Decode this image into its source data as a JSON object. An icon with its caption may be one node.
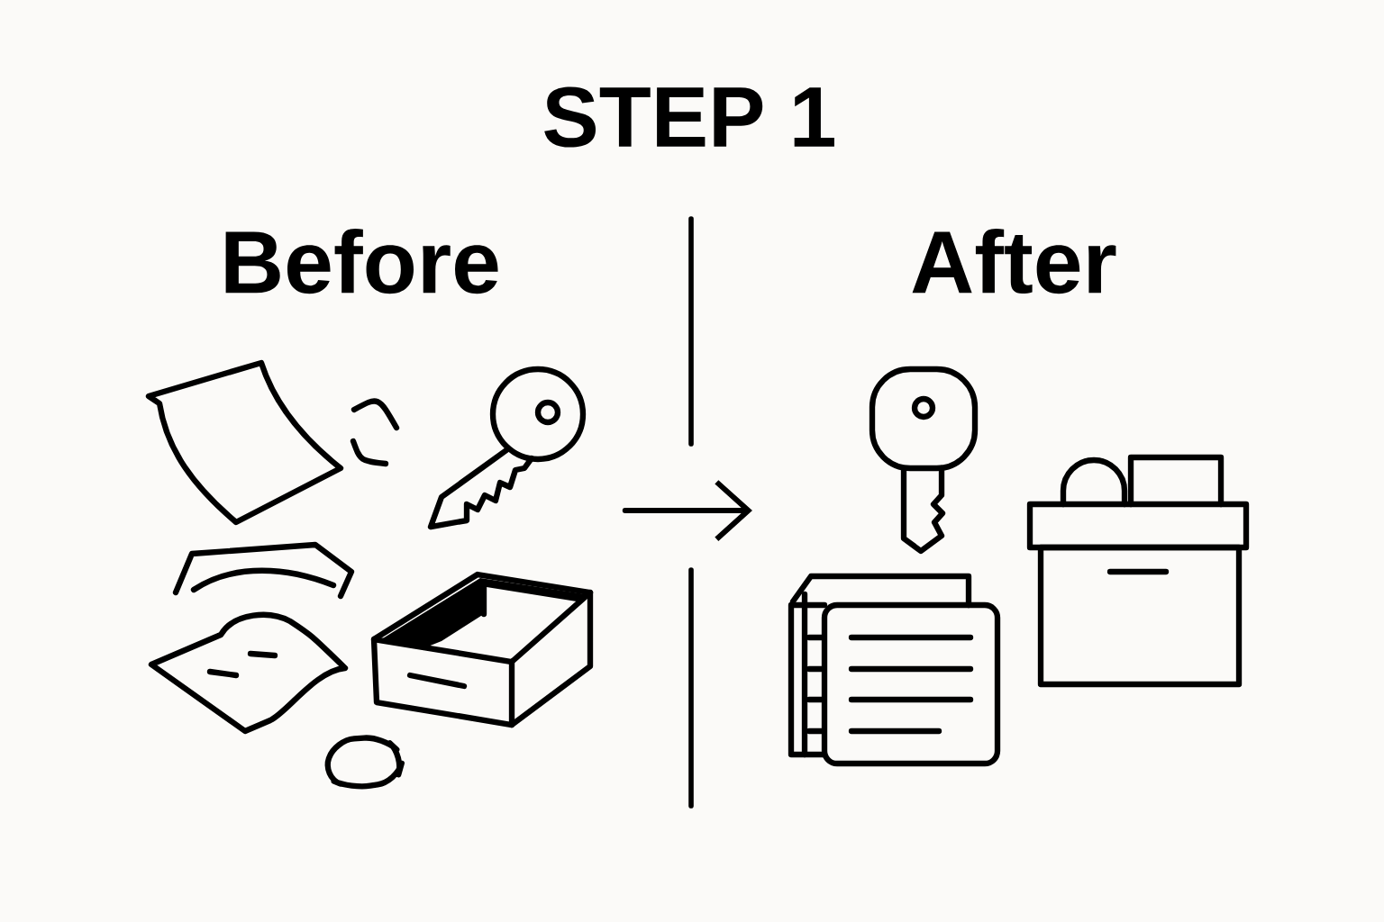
{
  "diagram": {
    "title": "STEP 1",
    "nodes": [
      {
        "text": [
          "Before"
        ]
      },
      {
        "text": [
          "After"
        ]
      }
    ],
    "edges": [
      {
        "from": 0,
        "to": 1,
        "arrow": "to"
      }
    ]
  }
}
